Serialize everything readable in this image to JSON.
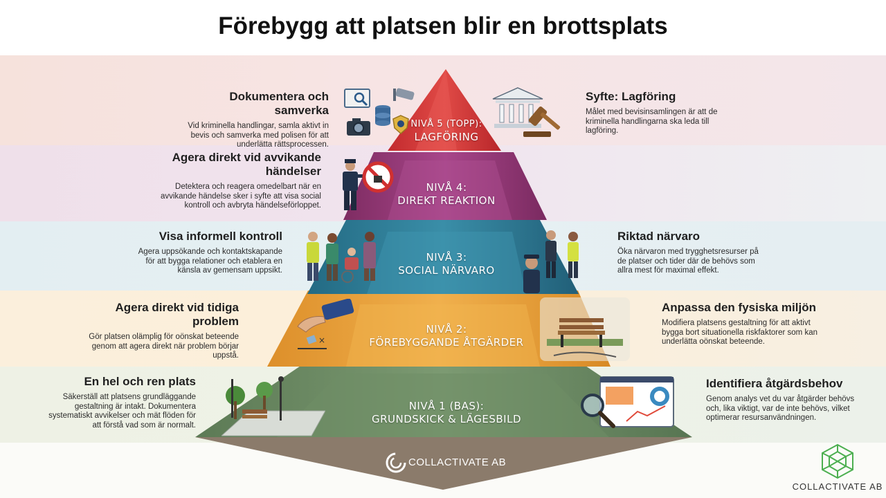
{
  "title": "Förebygg att platsen blir en brottsplats",
  "levels": [
    {
      "line1": "NIVÅ 5 (TOPP):",
      "line2": "LAGFÖRING",
      "left_heading": "Dokumentera och samverka",
      "left_text": "Vid kriminella handlingar, samla aktivt in bevis och samverka med polisen för att underlätta rättsprocessen.",
      "right_heading": "Syfte: Lagföring",
      "right_text": "Målet med bevisinsamlingen är att de kriminella handlingarna ska leda till lagföring."
    },
    {
      "line1": "NIVÅ 4:",
      "line2": "DIREKT REAKTION",
      "left_heading": "Agera direkt vid avvikande händelser",
      "left_text": "Detektera och reagera omedelbart när en avvikande händelse sker i syfte att visa social kontroll och avbryta händelseförloppet."
    },
    {
      "line1": "NIVÅ 3:",
      "line2": "SOCIAL NÄRVARO",
      "left_heading": "Visa informell kontroll",
      "left_text": "Agera uppsökande och kontaktskapande för att bygga relationer och etablera en känsla av gemensam uppsikt.",
      "right_heading": "Riktad närvaro",
      "right_text": "Öka närvaron med trygghetsresurser på de platser och tider där de behövs som allra mest för maximal effekt."
    },
    {
      "line1": "NIVÅ 2:",
      "line2": "FÖREBYGGANDE ÅTGÄRDER",
      "left_heading": "Agera direkt vid tidiga problem",
      "left_text": "Gör platsen olämplig för oönskat beteende genom att agera direkt när problem börjar uppstå.",
      "right_heading": "Anpassa den fysiska miljön",
      "right_text": "Modifiera platsens gestaltning för att aktivt bygga bort situationella riskfaktorer som kan underlätta oönskat beteende."
    },
    {
      "line1": "NIVÅ 1 (BAS):",
      "line2": "GRUNDSKICK & LÄGESBILD",
      "left_heading": "En hel och ren plats",
      "left_text": "Säkerställ att platsens grundläggande gestaltning är intakt. Dokumentera systematiskt avvikelser och mät flöden för att förstå vad som är normalt.",
      "right_heading": "Identifiera åtgärdsbehov",
      "right_text": "Genom analys vet du var åtgärder behövs och, lika viktigt, var de inte behövs, vilket optimerar resursanvändningen."
    }
  ],
  "base_brand": "COLLACTIVATE AB",
  "corner_brand": "COLLACTIVATE AB",
  "colors": {
    "lvl5": "#d6363a",
    "lvl4": "#9a3a78",
    "lvl3": "#2f7d96",
    "lvl2": "#e8a33a",
    "lvl1": "#6b8a63",
    "base": "#8a7a6a"
  }
}
